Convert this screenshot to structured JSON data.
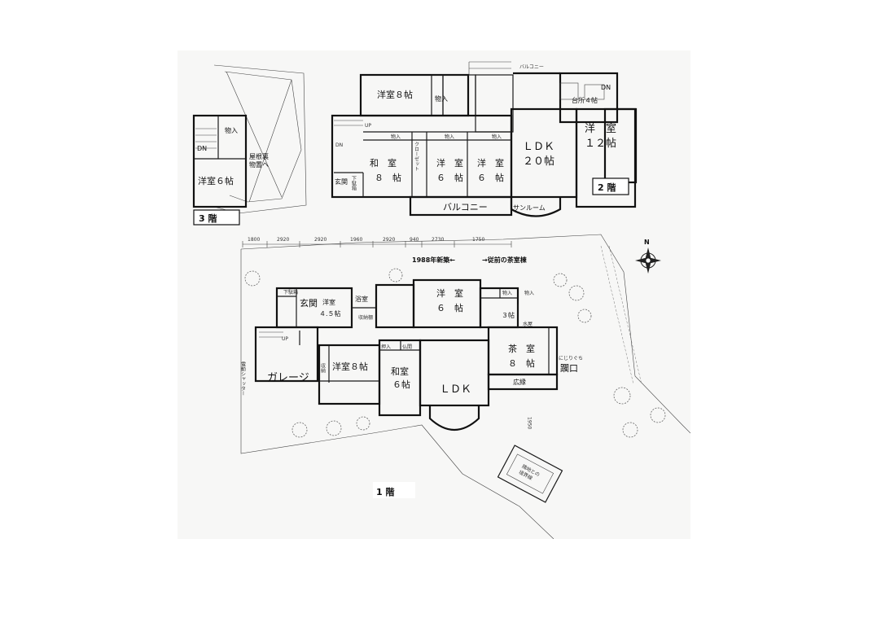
{
  "floor3": {
    "caption": "3 階",
    "storage": "物入",
    "down": "DN",
    "attic": [
      "屋根裏",
      "物置へ"
    ],
    "room": "洋室６帖"
  },
  "floor2": {
    "caption": "2 階",
    "balcony_top": "バルコニー",
    "western8": "洋室８帖",
    "storage": "物入",
    "kitchen": "台所４帖",
    "dn_right": "DN",
    "up": "UP",
    "dn_left": "DN",
    "storage_a": "物入",
    "storage_b": "物入",
    "storage_c": "物入",
    "washitsu": [
      "和　室",
      "８　帖"
    ],
    "closet": "クローゼット",
    "western6a": [
      "洋　室",
      "６　帖"
    ],
    "western6b": [
      "洋　室",
      "６　帖"
    ],
    "ldk": [
      "ＬＤＫ",
      "２０帖"
    ],
    "western12": [
      "洋　室",
      "１２帖"
    ],
    "genkan": "玄関",
    "getabako": "下駄箱",
    "balcony_bottom": "バルコニー",
    "sunroom": "サンルーム"
  },
  "floor1": {
    "caption": "1 階",
    "note_left": "1988年新築←",
    "note_right": "→従前の茶室棟",
    "compass": "N",
    "dims_top": [
      "1800",
      "2920",
      "2920",
      "1960",
      "2920",
      "940",
      "2730",
      "1750"
    ],
    "getabako": "下駄箱",
    "genkan": "玄関",
    "western45": [
      "洋室",
      "４.５帖"
    ],
    "bath": "浴室",
    "storage_shelf": "収納棚",
    "western6": [
      "洋　室",
      "６　帖"
    ],
    "storage_a": "物入",
    "storage_b": "物入",
    "three": "３帖",
    "sui": "水屋",
    "up": "UP",
    "garage": "ガレージ",
    "shutter": "電動シャッター",
    "storage_v": "収納",
    "western8": "洋室８帖",
    "oshiire": "押入",
    "butsuma": "仏間",
    "washitsu": [
      "和室",
      "６帖"
    ],
    "ldk": "ＬＤＫ",
    "chashitsu": [
      "茶　室",
      "８　帖"
    ],
    "nijiri_ruby": "にじりぐち",
    "nijiri": "躙口",
    "hiroen": "広縁",
    "dim_right": "1950",
    "neighbor": [
      "隣地との",
      "境界線"
    ]
  }
}
